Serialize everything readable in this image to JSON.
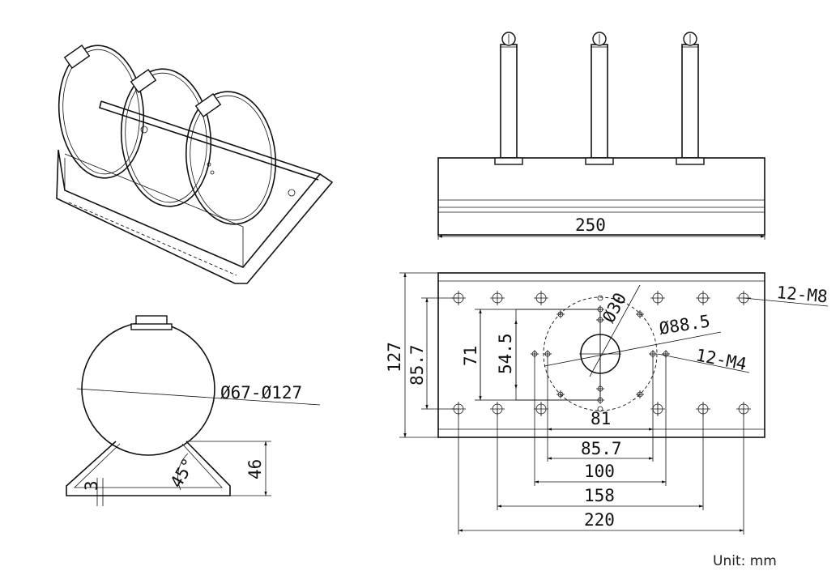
{
  "views": {
    "front": {
      "width_label": "250"
    },
    "side": {
      "clamp_range_label": "Ø67-Ø127",
      "height_label": "46",
      "thickness_label": "3",
      "angle_label": "45°"
    },
    "bottom": {
      "overall_height_label": "127",
      "outer_hole_span_label": "85.7",
      "inner_rect_height_label": "71",
      "inner_hole_span_label": "54.5",
      "center_hole_label": "Ø30",
      "pcd_label": "Ø88.5",
      "m8_callout": "12-M8",
      "m4_callout": "12-M4",
      "h_dim_81": "81",
      "h_dim_857": "85.7",
      "h_dim_100": "100",
      "h_dim_158": "158",
      "h_dim_220": "220"
    }
  },
  "unit_label": "Unit:  mm"
}
